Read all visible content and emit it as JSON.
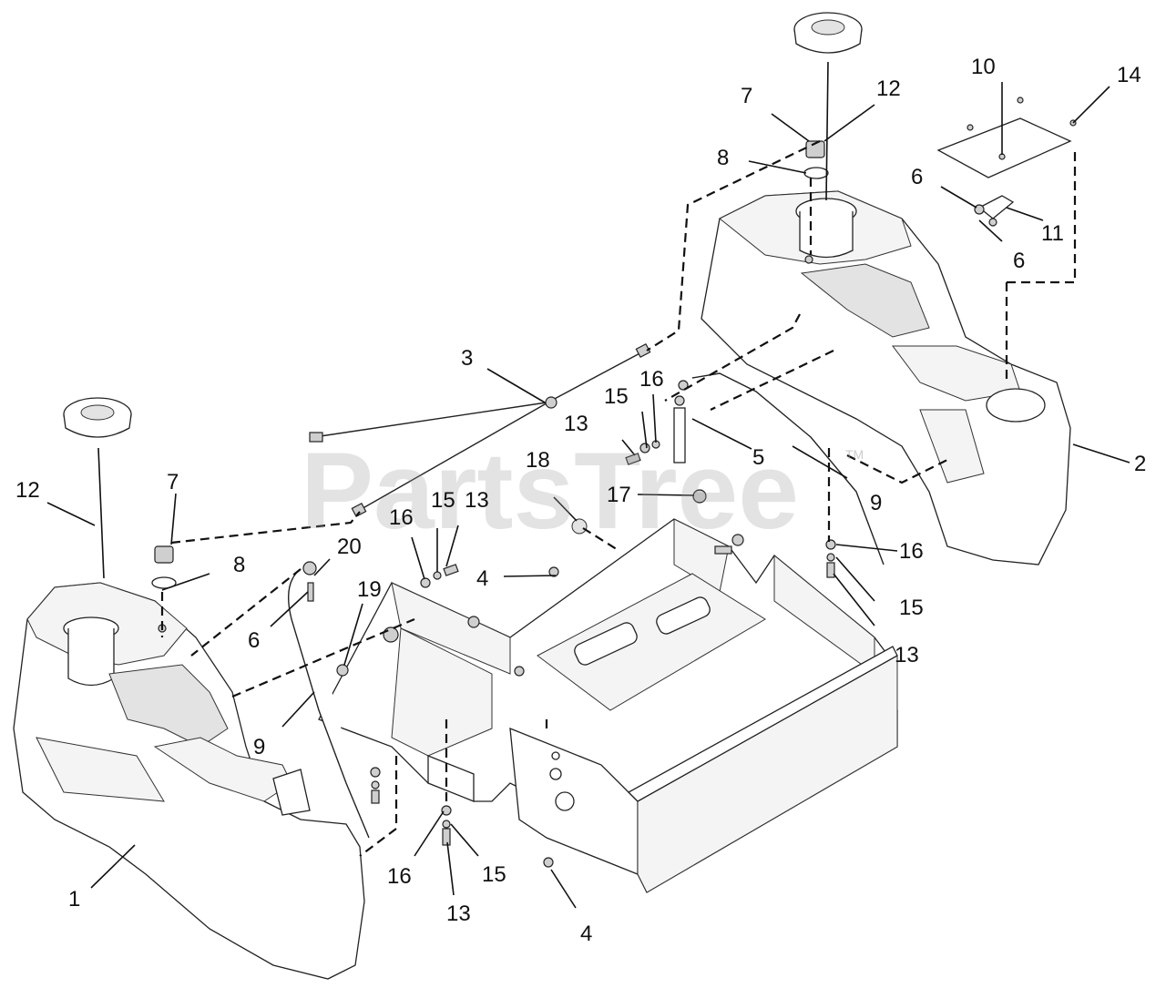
{
  "watermark": {
    "text": "PartsTree",
    "trademark": "TM"
  },
  "callouts": [
    {
      "id": "c1",
      "label": "1"
    },
    {
      "id": "c2",
      "label": "2"
    },
    {
      "id": "c3",
      "label": "3"
    },
    {
      "id": "c4a",
      "label": "4"
    },
    {
      "id": "c4b",
      "label": "4"
    },
    {
      "id": "c5",
      "label": "5"
    },
    {
      "id": "c6a",
      "label": "6"
    },
    {
      "id": "c6b",
      "label": "6"
    },
    {
      "id": "c6c",
      "label": "6"
    },
    {
      "id": "c7a",
      "label": "7"
    },
    {
      "id": "c7b",
      "label": "7"
    },
    {
      "id": "c8a",
      "label": "8"
    },
    {
      "id": "c8b",
      "label": "8"
    },
    {
      "id": "c9a",
      "label": "9"
    },
    {
      "id": "c9b",
      "label": "9"
    },
    {
      "id": "c10",
      "label": "10"
    },
    {
      "id": "c11",
      "label": "11"
    },
    {
      "id": "c12a",
      "label": "12"
    },
    {
      "id": "c12b",
      "label": "12"
    },
    {
      "id": "c13a",
      "label": "13"
    },
    {
      "id": "c13b",
      "label": "13"
    },
    {
      "id": "c13c",
      "label": "13"
    },
    {
      "id": "c13d",
      "label": "13"
    },
    {
      "id": "c14",
      "label": "14"
    },
    {
      "id": "c15a",
      "label": "15"
    },
    {
      "id": "c15b",
      "label": "15"
    },
    {
      "id": "c15c",
      "label": "15"
    },
    {
      "id": "c15d",
      "label": "15"
    },
    {
      "id": "c16a",
      "label": "16"
    },
    {
      "id": "c16b",
      "label": "16"
    },
    {
      "id": "c16c",
      "label": "16"
    },
    {
      "id": "c16d",
      "label": "16"
    },
    {
      "id": "c17",
      "label": "17"
    },
    {
      "id": "c18",
      "label": "18"
    },
    {
      "id": "c19",
      "label": "19"
    },
    {
      "id": "c20",
      "label": "20"
    }
  ]
}
